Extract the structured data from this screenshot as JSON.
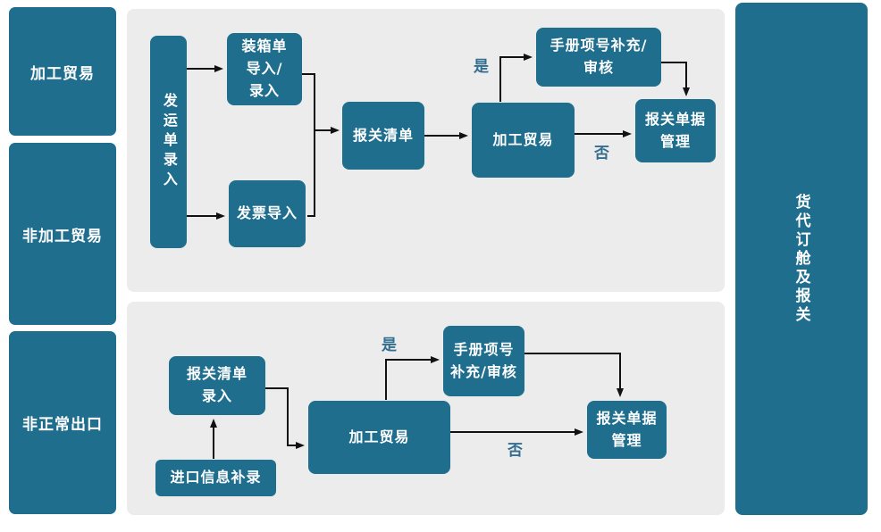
{
  "colors": {
    "node": "#1f6e8e",
    "panel": "#ececec",
    "arrow": "#111111",
    "edge_label": "#336e91",
    "node_text": "#ffffff"
  },
  "sidebar": {
    "items": [
      {
        "label": "加工贸易"
      },
      {
        "label": "非加工贸易"
      },
      {
        "label": "非正常出口"
      }
    ]
  },
  "right_rail": {
    "label": "货代订舱及报关"
  },
  "top_flow": {
    "nodes": {
      "shipping_order_entry": "发运单录入",
      "packing_list_import": "装箱单\n导入/\n录入",
      "invoice_import": "发票导入",
      "customs_list": "报关清单",
      "processing_trade": "加工贸易",
      "manual_item_supplement": "手册项号补充/\n审核",
      "customs_doc_mgmt": "报关单据\n管理"
    },
    "labels": {
      "yes": "是",
      "no": "否"
    }
  },
  "bottom_flow": {
    "nodes": {
      "customs_list_entry": "报关清单\n录入",
      "import_info_supplement": "进口信息补录",
      "processing_trade": "加工贸易",
      "manual_item_supplement": "手册项号\n补充/审核",
      "customs_doc_mgmt": "报关单据\n管理"
    },
    "labels": {
      "yes": "是",
      "no": "否"
    }
  }
}
